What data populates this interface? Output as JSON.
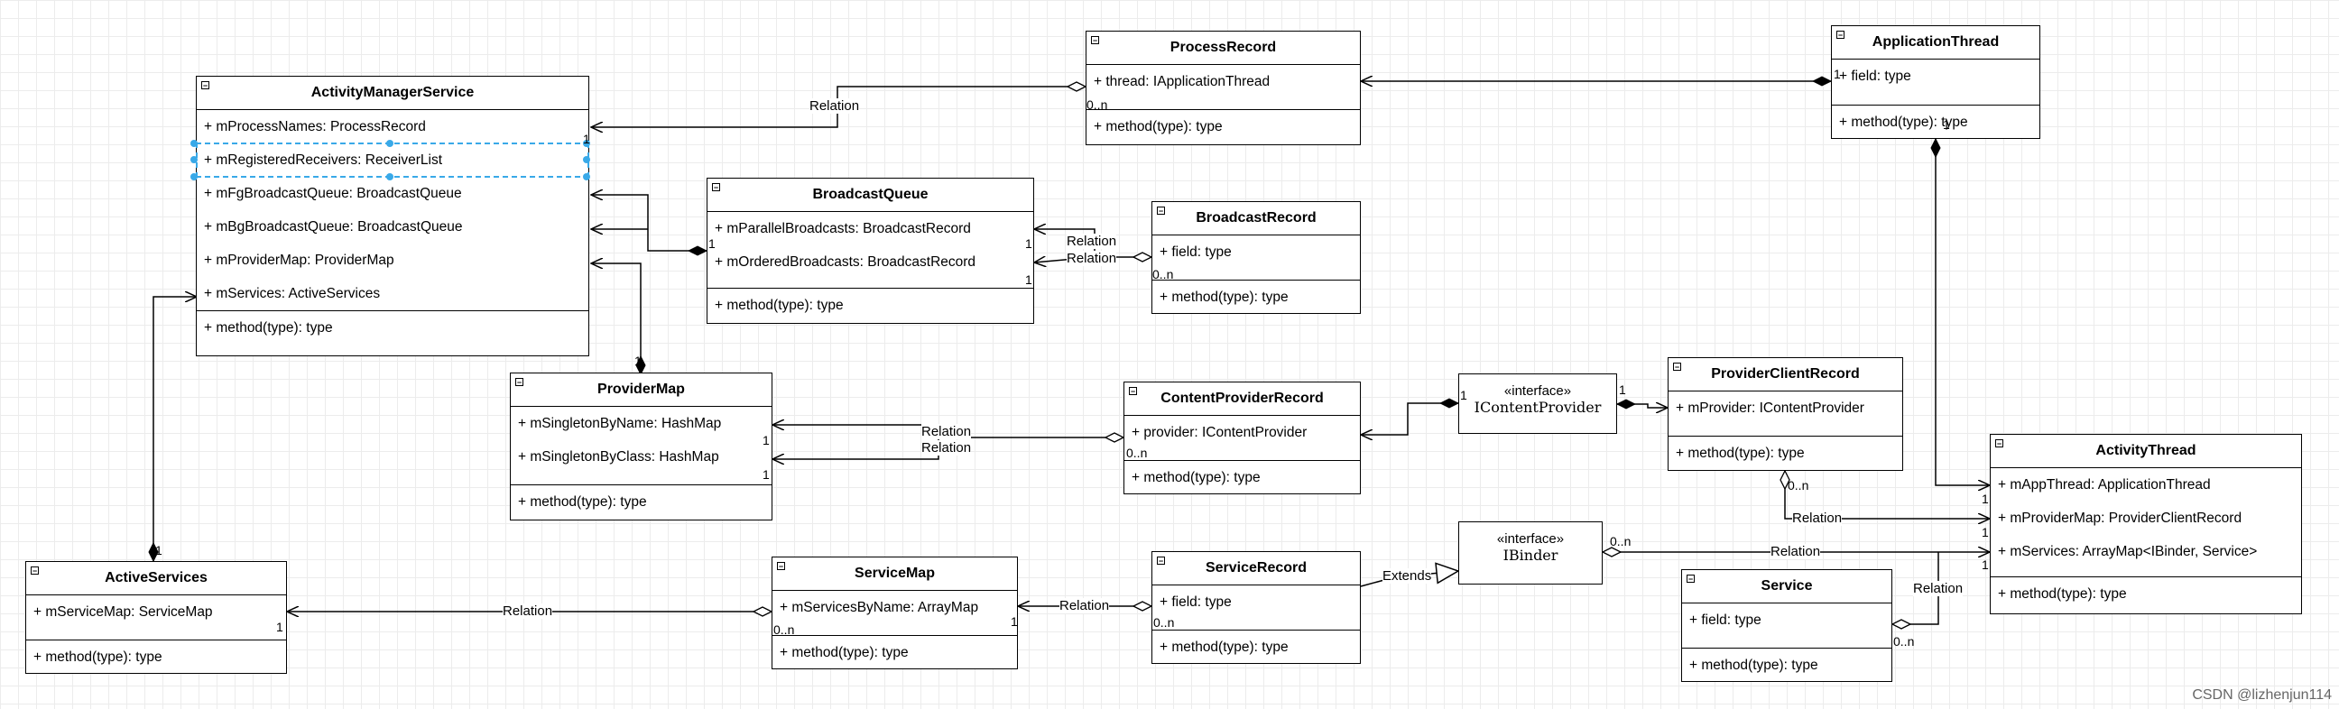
{
  "classes": {
    "ams": {
      "name": "ActivityManagerService",
      "attrs": [
        "+ mProcessNames: ProcessRecord",
        "+ mRegisteredReceivers: ReceiverList",
        "+ mFgBroadcastQueue: BroadcastQueue",
        "+ mBgBroadcastQueue: BroadcastQueue",
        "+ mProviderMap: ProviderMap",
        "+ mServices: ActiveServices"
      ],
      "methods": [
        "+ method(type): type"
      ]
    },
    "processRecord": {
      "name": "ProcessRecord",
      "attrs": [
        "+ thread: IApplicationThread"
      ],
      "methods": [
        "+ method(type): type"
      ]
    },
    "applicationThread": {
      "name": "ApplicationThread",
      "attrs": [
        "+ field: type"
      ],
      "methods": [
        "+ method(type): type"
      ]
    },
    "broadcastQueue": {
      "name": "BroadcastQueue",
      "attrs": [
        "+ mParallelBroadcasts: BroadcastRecord",
        "+ mOrderedBroadcasts: BroadcastRecord"
      ],
      "methods": [
        "+ method(type): type"
      ]
    },
    "broadcastRecord": {
      "name": "BroadcastRecord",
      "attrs": [
        "+ field: type"
      ],
      "methods": [
        "+ method(type): type"
      ]
    },
    "providerMap": {
      "name": "ProviderMap",
      "attrs": [
        "+ mSingletonByName: HashMap",
        "+ mSingletonByClass: HashMap"
      ],
      "methods": [
        "+ method(type): type"
      ]
    },
    "contentProviderRecord": {
      "name": "ContentProviderRecord",
      "attrs": [
        "+ provider: IContentProvider"
      ],
      "methods": [
        "+ method(type): type"
      ]
    },
    "providerClientRecord": {
      "name": "ProviderClientRecord",
      "attrs": [
        "+ mProvider: IContentProvider"
      ],
      "methods": [
        "+ method(type): type"
      ]
    },
    "activityThread": {
      "name": "ActivityThread",
      "attrs": [
        "+ mAppThread: ApplicationThread",
        "+ mProviderMap: ProviderClientRecord",
        "+ mServices: ArrayMap<IBinder, Service>"
      ],
      "methods": [
        "+ method(type): type"
      ]
    },
    "activeServices": {
      "name": "ActiveServices",
      "attrs": [
        "+ mServiceMap: ServiceMap"
      ],
      "methods": [
        "+ method(type): type"
      ]
    },
    "serviceMap": {
      "name": "ServiceMap",
      "attrs": [
        "+ mServicesByName: ArrayMap"
      ],
      "methods": [
        "+ method(type): type"
      ]
    },
    "serviceRecord": {
      "name": "ServiceRecord",
      "attrs": [
        "+ field: type"
      ],
      "methods": [
        "+ method(type): type"
      ]
    },
    "service": {
      "name": "Service",
      "attrs": [
        "+ field: type"
      ],
      "methods": [
        "+ method(type): type"
      ]
    }
  },
  "interfaces": {
    "iContentProvider": {
      "stereotype": "«interface»",
      "name": "IContentProvider"
    },
    "iBinder": {
      "stereotype": "«interface»",
      "name": "IBinder"
    }
  },
  "labels": {
    "relation": "Relation",
    "extends": "Extends"
  },
  "multiplicity": {
    "one": "1",
    "many": "0..n"
  },
  "credit": "CSDN @lizhenjun114"
}
